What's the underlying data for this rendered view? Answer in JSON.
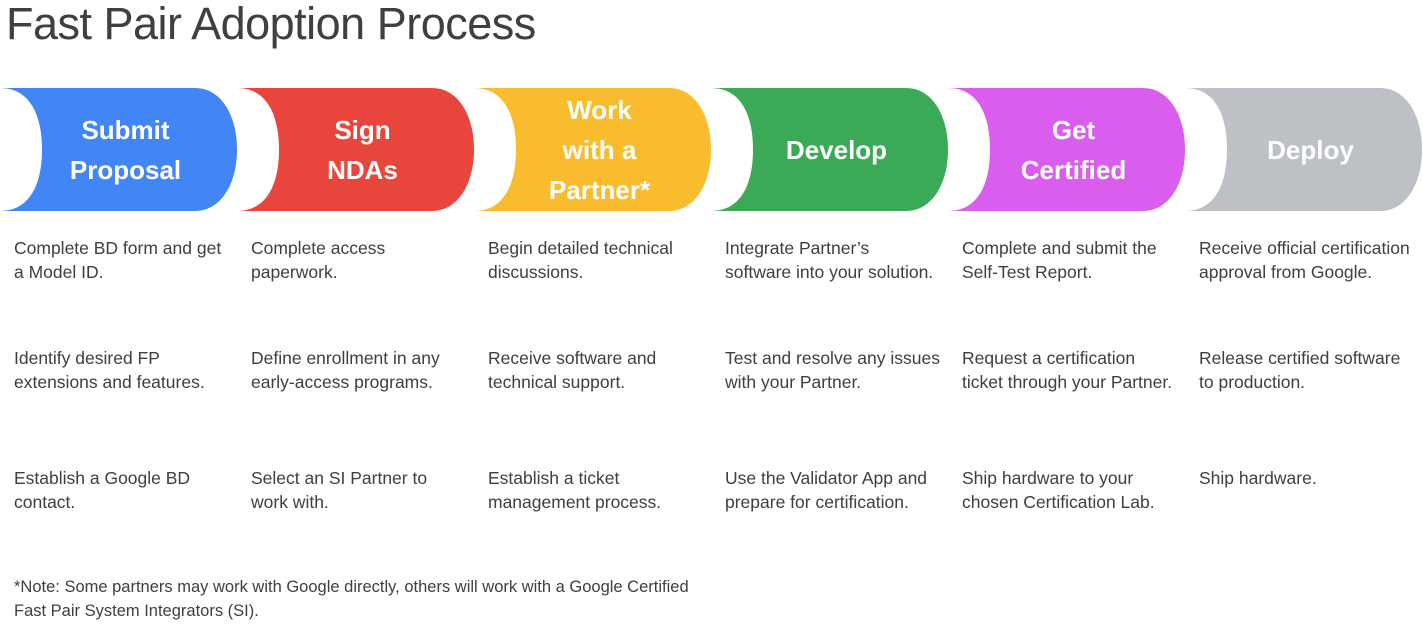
{
  "page": {
    "title": "Fast Pair Adoption Process",
    "background_color": "#ffffff",
    "text_color": "#3c4043"
  },
  "stages": [
    {
      "id": "submit-proposal",
      "label_lines": [
        "Submit",
        "Proposal"
      ],
      "color": "#4285f4",
      "color_name": "google-blue",
      "items": [
        "Complete BD form and get a Model ID.",
        "Identify desired FP extensions and features.",
        "Establish a Google BD contact."
      ]
    },
    {
      "id": "sign-ndas",
      "label_lines": [
        "Sign",
        "NDAs"
      ],
      "color": "#e8453c",
      "color_name": "google-red",
      "items": [
        "Complete access paperwork.",
        "Define enrollment in any early-access programs.",
        "Select an SI Partner to work with."
      ]
    },
    {
      "id": "work-with-a-partner",
      "label_lines": [
        "Work",
        "with a",
        "Partner*"
      ],
      "color": "#f9bc2f",
      "color_name": "google-yellow",
      "items": [
        "Begin detailed technical discussions.",
        "Receive software and technical support.",
        "Establish a ticket management process."
      ]
    },
    {
      "id": "develop",
      "label_lines": [
        "Develop"
      ],
      "color": "#3baa57",
      "color_name": "google-green",
      "items": [
        "Integrate Partner’s software into your solution.",
        "Test and resolve any issues with your Partner.",
        "Use the Validator App and prepare for certification."
      ]
    },
    {
      "id": "get-certified",
      "label_lines": [
        "Get",
        "Certified"
      ],
      "color": "#d95eed",
      "color_name": "magenta",
      "items": [
        "Complete and submit the Self-Test Report.",
        "Request a certification ticket through your Partner.",
        "Ship hardware to your chosen Certification Lab."
      ]
    },
    {
      "id": "deploy",
      "label_lines": [
        "Deploy"
      ],
      "color": "#bdc1c6",
      "color_name": "grey",
      "items": [
        "Receive official certification approval from Google.",
        "Release certified software to production.",
        "Ship hardware."
      ]
    }
  ],
  "footnote": "*Note: Some partners may work with Google directly, others will work with a Google Certified Fast Pair System Integrators (SI)."
}
